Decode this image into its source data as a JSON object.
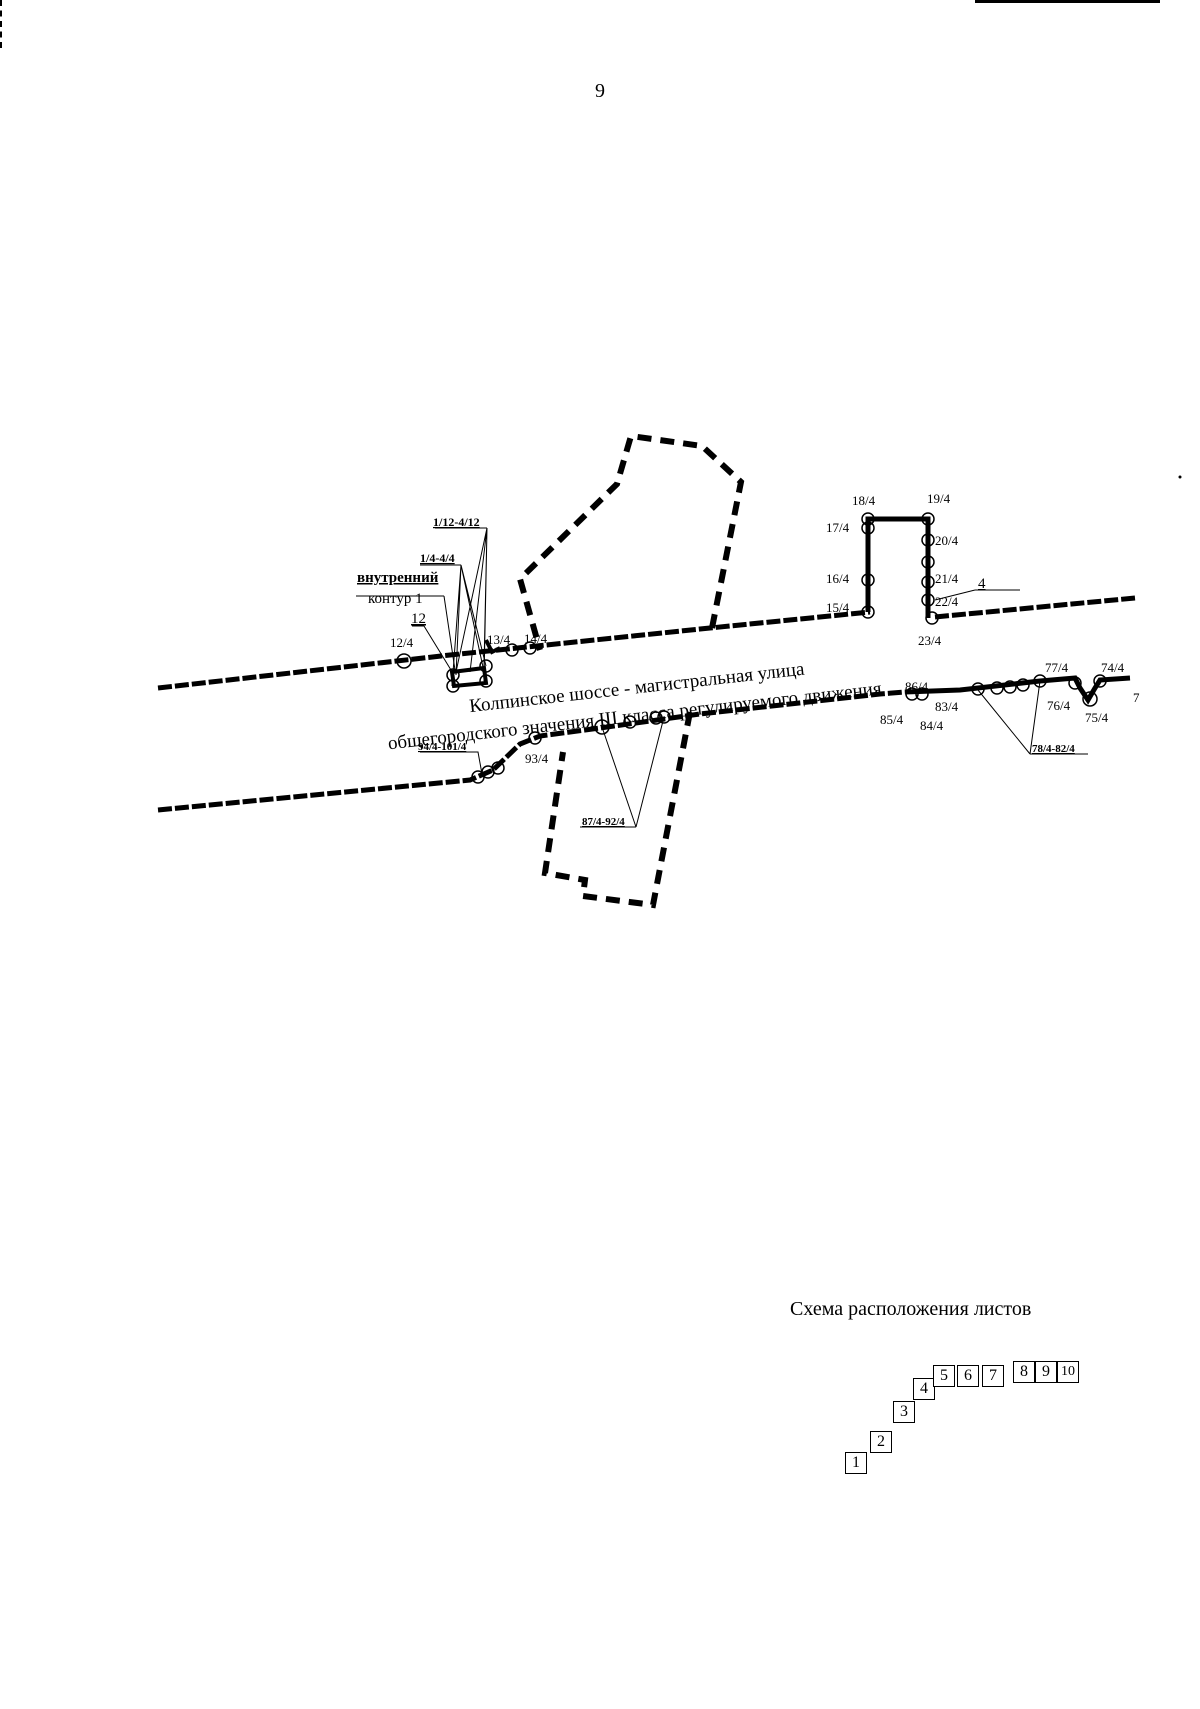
{
  "page": {
    "number": "9"
  },
  "map": {
    "street_label_line1": "Колпинское шоссе - магистральная улица",
    "street_label_line2": "общегородского значения III класса регулируемого движения",
    "inner_contour_line1": "внутренний",
    "inner_contour_line2": "контур 1",
    "contour_number_12": "12",
    "contour_number_4": "4",
    "points": {
      "p12": "12/4",
      "p13": "13/4",
      "p14": "14/4",
      "p15": "15/4",
      "p16": "16/4",
      "p17": "17/4",
      "p18": "18/4",
      "p19": "19/4",
      "p20": "20/4",
      "p21": "21/4",
      "p22": "22/4",
      "p23": "23/4",
      "p74": "74/4",
      "p75": "75/4",
      "p76": "76/4",
      "p77": "77/4",
      "p83": "83/4",
      "p84": "84/4",
      "p85": "85/4",
      "p86": "86/4",
      "p93": "93/4",
      "p7x": "7"
    },
    "ranges": {
      "r1_12": "1/12-4/12",
      "r1_4": "1/4-4/4",
      "r94_101": "94/4-101/4",
      "r87_92": "87/4-92/4",
      "r78_82": "78/4-82/4"
    }
  },
  "sheet_layout": {
    "title": "Схема расположения листов",
    "sheets": [
      "1",
      "2",
      "3",
      "4",
      "5",
      "6",
      "7",
      "8",
      "9",
      "10"
    ]
  }
}
